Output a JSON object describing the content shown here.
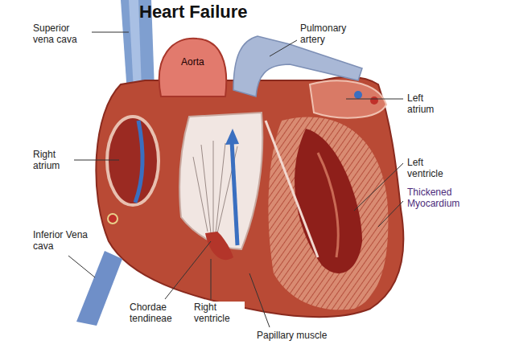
{
  "diagram": {
    "title": "Heart Failure",
    "labels": [
      "Superior vena cava",
      "Pulmonary artery",
      "Aorta",
      "Left atrium",
      "Right atrium",
      "Left ventricle",
      "Thickened Myocardium",
      "Inferior Vena cava",
      "Chordae tendineae",
      "Right ventricle",
      "Papillary muscle"
    ]
  }
}
